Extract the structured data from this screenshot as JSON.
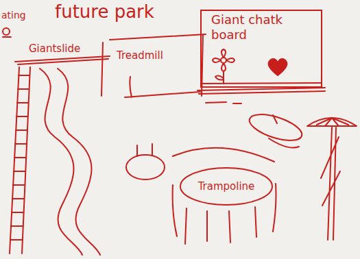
{
  "diagram": {
    "title": "future park",
    "nodes": [
      {
        "text": [
          "Giantslide"
        ]
      },
      {
        "text": [
          "Treadmill"
        ]
      },
      {
        "text": [
          "Giant chatk board"
        ]
      },
      {
        "text": [
          "Trampoline"
        ]
      }
    ],
    "labels": [
      "ating"
    ]
  }
}
